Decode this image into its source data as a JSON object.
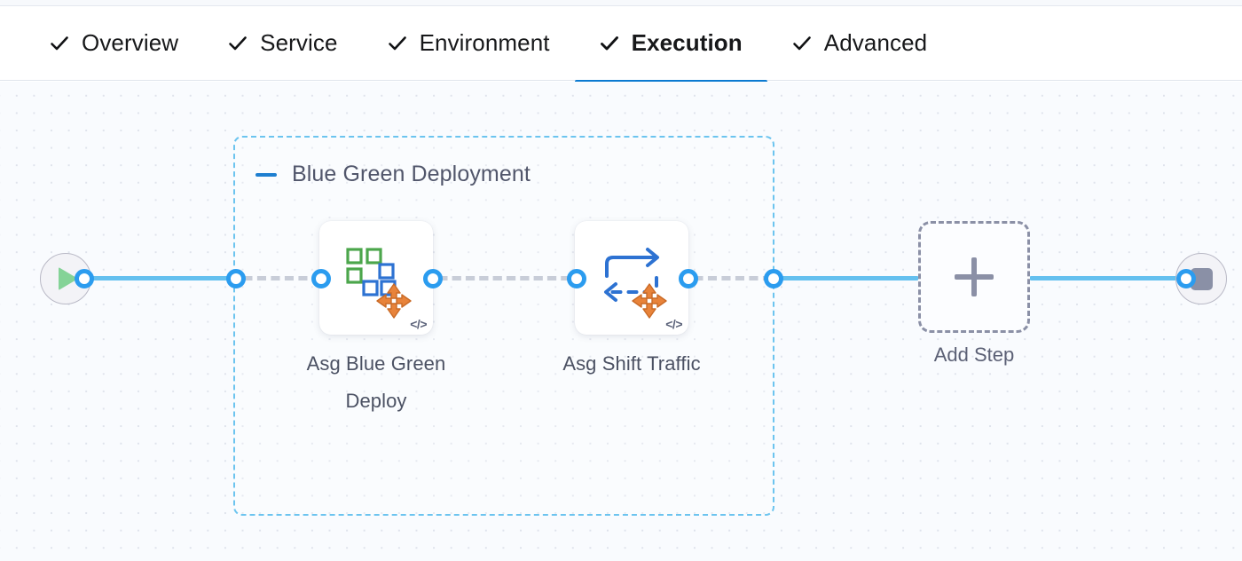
{
  "tabs": [
    {
      "label": "Overview",
      "icon": "check-icon",
      "active": false
    },
    {
      "label": "Service",
      "icon": "check-icon",
      "active": false
    },
    {
      "label": "Environment",
      "icon": "check-icon",
      "active": false
    },
    {
      "label": "Execution",
      "icon": "check-icon",
      "active": true
    },
    {
      "label": "Advanced",
      "icon": "check-icon",
      "active": false
    }
  ],
  "canvas": {
    "start_node": {
      "name": "pipeline-start",
      "icon": "play-icon"
    },
    "end_node": {
      "name": "pipeline-end",
      "icon": "stop-icon"
    },
    "group": {
      "title": "Blue Green Deployment",
      "collapse_icon": "minus-icon",
      "border_color": "#6cc4ef",
      "steps": [
        {
          "label": "Asg Blue Green Deploy",
          "icon": "asg-blue-green-deploy-icon",
          "badge": "</>"
        },
        {
          "label": "Asg Shift Traffic",
          "icon": "asg-shift-traffic-icon",
          "badge": "</>"
        }
      ]
    },
    "add_step": {
      "label": "Add Step",
      "icon": "plus-icon"
    }
  },
  "colors": {
    "accent_blue": "#0b7ad1",
    "edge_blue": "#64c0ef",
    "connector_blue": "#2b9cef",
    "group_dash": "#6cc4ef",
    "edge_dash_gray": "#b9bfcd",
    "canvas_bg": "#f9fbfe",
    "icon_green": "#4ca64c",
    "icon_blue": "#2d72d2",
    "icon_orange": "#e8833a",
    "play_green": "#84d397",
    "stop_gray": "#8a90a6"
  }
}
